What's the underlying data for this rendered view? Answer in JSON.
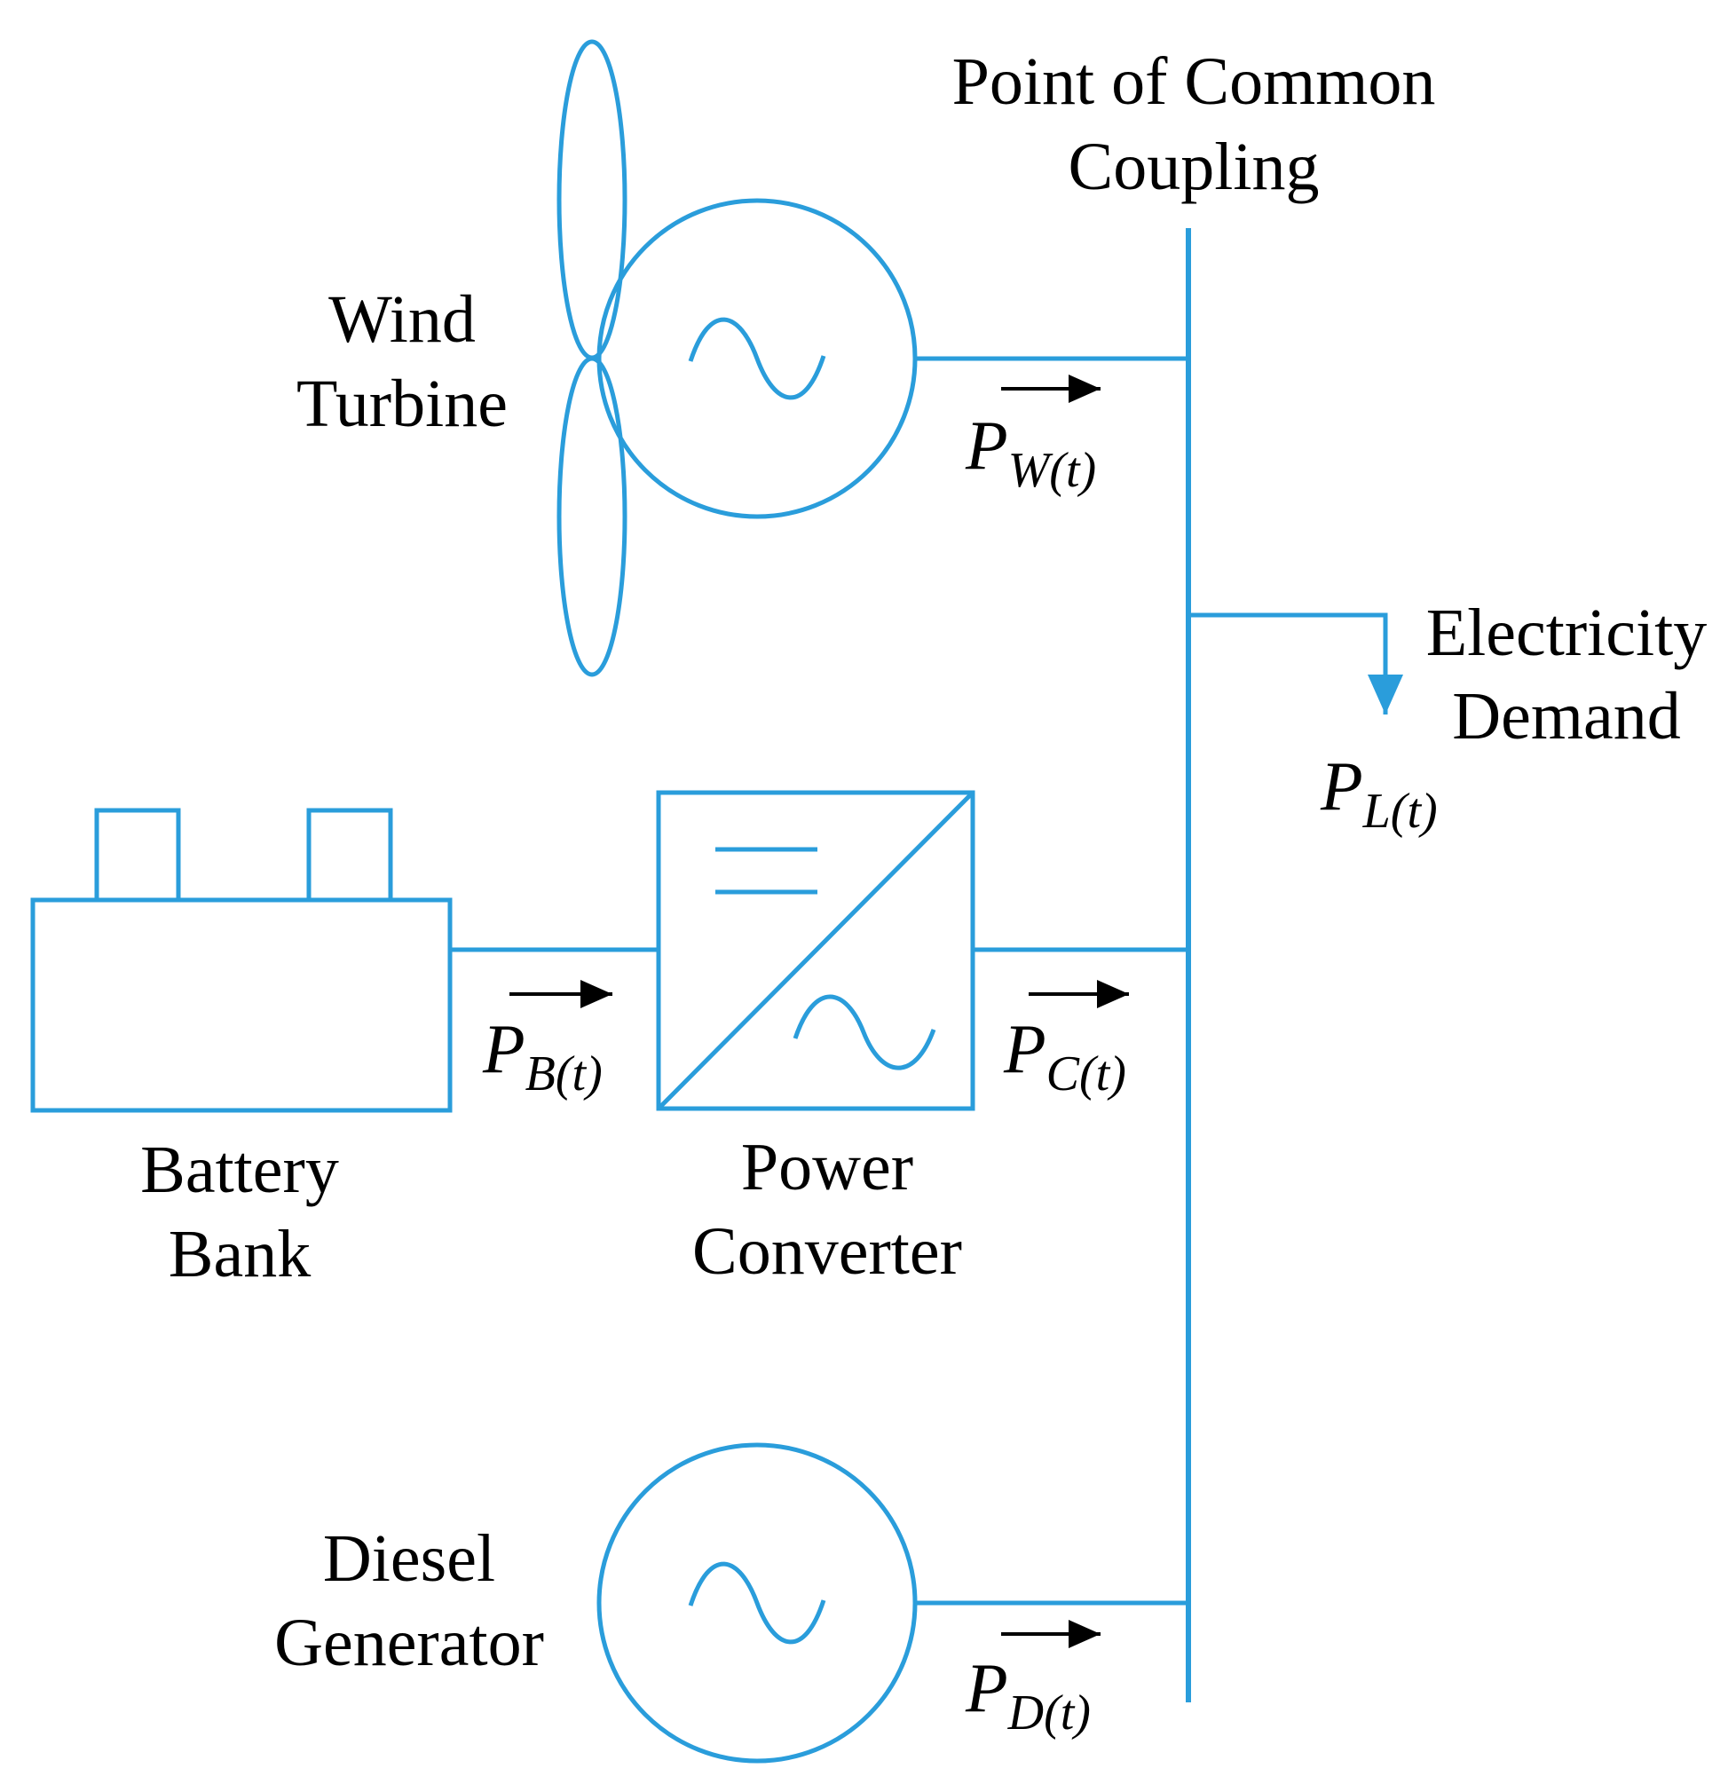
{
  "components": {
    "wind_turbine": {
      "line1": "Wind",
      "line2": "Turbine"
    },
    "pcc": {
      "line1": "Point of Common",
      "line2": "Coupling"
    },
    "demand": {
      "line1": "Electricity",
      "line2": "Demand"
    },
    "battery": {
      "line1": "Battery",
      "line2": "Bank"
    },
    "converter": {
      "line1": "Power",
      "line2": "Converter"
    },
    "diesel": {
      "line1": "Diesel",
      "line2": "Generator"
    }
  },
  "flows": {
    "wind": {
      "symbol": "P",
      "subscript": "W(t)"
    },
    "load": {
      "symbol": "P",
      "subscript": "L(t)"
    },
    "battery": {
      "symbol": "P",
      "subscript": "B(t)"
    },
    "converter": {
      "symbol": "P",
      "subscript": "C(t)"
    },
    "diesel": {
      "symbol": "P",
      "subscript": "D(t)"
    }
  },
  "colors": {
    "line": "#2a9ddb",
    "text": "#000000",
    "background": "#ffffff"
  },
  "icons": {
    "ac_source": "sine-wave-icon",
    "converter": "dc-ac-converter-icon"
  }
}
